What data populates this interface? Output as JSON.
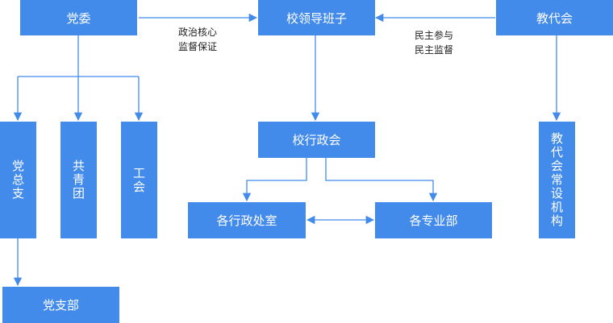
{
  "nodes": {
    "party_committee": "党委",
    "school_leadership": "校领导班子",
    "staff_congress": "教代会",
    "general_party_branch": "党总支",
    "youth_league": "共青团",
    "labor_union": "工会",
    "administrative_council": "校行政会",
    "admin_offices": "各行政处室",
    "departments": "各专业部",
    "staff_congress_standing_body": "教代会常设机构",
    "party_branch": "党支部"
  },
  "edge_labels": {
    "party_to_leadership": [
      "政治核心",
      "监督保证"
    ],
    "congress_to_leadership": [
      "民主参与",
      "民主监督"
    ]
  },
  "colors": {
    "node_fill": "#428bea",
    "edge_stroke": "#428bea",
    "node_text": "#ffffff",
    "label_text": "#222222"
  }
}
